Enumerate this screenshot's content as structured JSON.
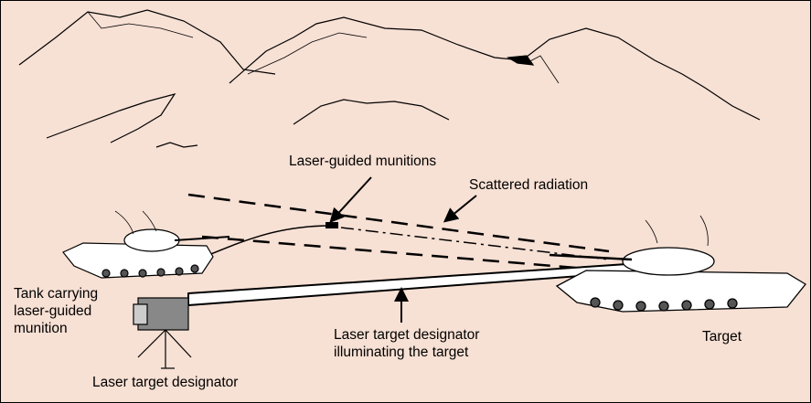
{
  "labels": {
    "munitions": "Laser-guided munitions",
    "scattered": "Scattered radiation",
    "tank_line1": "Tank carrying",
    "tank_line2": "laser-guided",
    "tank_line3": "munition",
    "designator": "Laser target designator",
    "beam_line1": "Laser target designator",
    "beam_line2": "illuminating the target",
    "target": "Target"
  },
  "colors": {
    "background": "#f7e0d4",
    "ink": "#000000",
    "beam": "#ffffff"
  }
}
